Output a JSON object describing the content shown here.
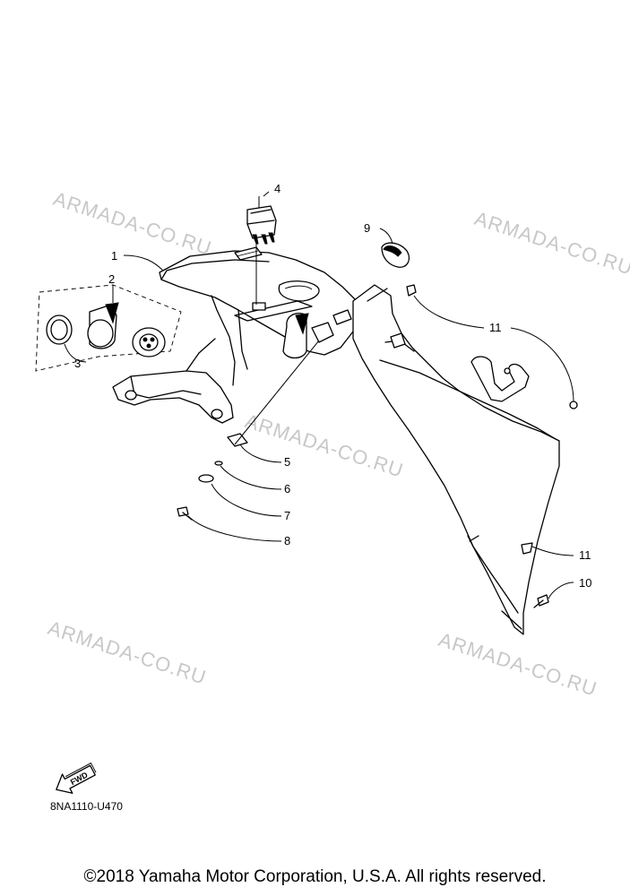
{
  "watermarks": [
    "ARMADA-CO.RU",
    "ARMADA-CO.RU",
    "ARMADA-CO.RU",
    "ARMADA-CO.RU",
    "ARMADA-CO.RU"
  ],
  "callouts": [
    "1",
    "2",
    "3",
    "4",
    "5",
    "6",
    "7",
    "8",
    "9",
    "10",
    "11",
    "11"
  ],
  "fwd_label": "FWD",
  "diagram_code": "8NA1110-U470",
  "copyright": "©2018 Yamaha Motor Corporation, U.S.A. All rights reserved."
}
